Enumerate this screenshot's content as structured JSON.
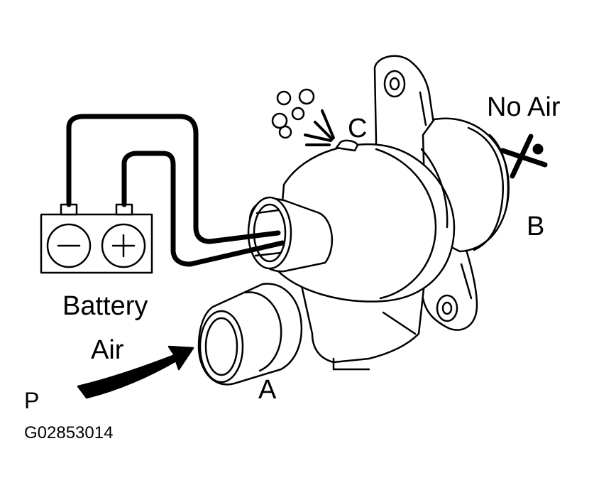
{
  "labels": {
    "no_air": "No Air",
    "port_c": "C",
    "port_b": "B",
    "port_a": "A",
    "battery": "Battery",
    "air": "Air",
    "figure_code": "P",
    "figure_id": "G02853014"
  },
  "icons": {
    "battery_negative": "minus-terminal-icon",
    "battery_positive": "plus-terminal-icon",
    "blocked": "x-mark-icon",
    "air_flow": "arrow-right-icon",
    "air_escape": "air-puff-icon"
  },
  "colors": {
    "ink": "#000000",
    "paper": "#ffffff"
  }
}
